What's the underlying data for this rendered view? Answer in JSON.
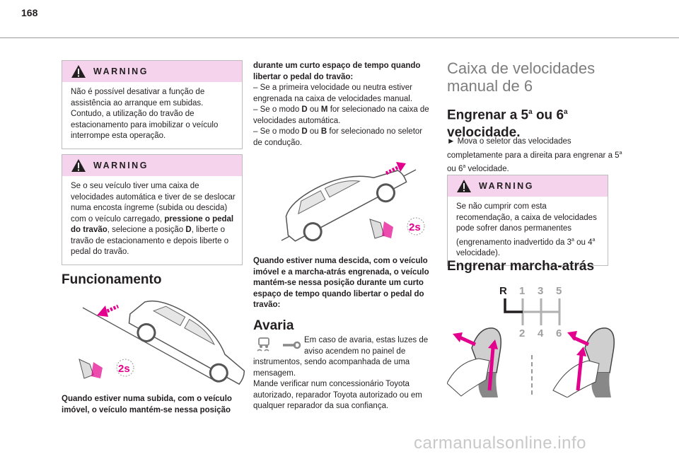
{
  "page_number": "168",
  "footer_watermark": "carmanualsonline.info",
  "col1": {
    "warning1": {
      "title": "WARNING",
      "text": "Não é possível desativar a função de assistência ao arranque em subidas. Contudo, a utilização do travão de estacionamento para imobilizar o veículo interrompe esta operação."
    },
    "warning2": {
      "title": "WARNING",
      "text_a": "Se o seu veículo tiver uma caixa de velocidades automática e tiver de se deslocar numa encosta íngreme (subida ou descida) com o veículo carregado, ",
      "text_b": "pressione o pedal do travão",
      "text_c": ", selecione a posição ",
      "text_d": "D",
      "text_e": ", liberte o travão de estacionamento e depois liberte o pedal do travão."
    },
    "heading": "Funcionamento",
    "figure_label": "2s",
    "caption": "Quando estiver numa subida, com o veículo imóvel, o veículo mantém-se nessa posição"
  },
  "col2": {
    "cont_bold": "durante um curto espaço de tempo quando libertar o pedal do travão:",
    "items": [
      {
        "a": "– Se a primeira velocidade ou neutra estiver engrenada na caixa de velocidades manual."
      },
      {
        "a": "– Se o modo ",
        "b1": "D",
        "m": " ou ",
        "b2": "M",
        "c": " for selecionado na caixa de velocidades automática."
      },
      {
        "a": "– Se o modo ",
        "b1": "D",
        "m": " ou ",
        "b2": "B",
        "c": " for selecionado no seletor de condução."
      }
    ],
    "figure_label": "2s",
    "caption": "Quando estiver numa descida, com o veículo imóvel e a marcha-atrás engrenada, o veículo mantém-se nessa posição durante um curto espaço de tempo quando libertar o pedal do travão:",
    "avaria_heading": "Avaria",
    "avaria_text1": "Em caso de avaria, estas luzes de aviso acendem no painel de instrumentos, sendo acompanhada de uma mensagem.",
    "avaria_text2": "Mande verificar num concessionário Toyota autorizado, reparador Toyota autorizado ou em qualquer reparador da sua confiança."
  },
  "col3": {
    "title": "Caixa de velocidades manual de 6",
    "sub1_a": "Engrenar a 5",
    "sub1_sup1": "a",
    "sub1_b": " ou 6",
    "sub1_sup2": "a",
    "sub1_c": "velocidade.",
    "para_a": "► Mova o seletor das velocidades completamente para a direita para engrenar a 5",
    "para_sup1": "a",
    "para_b": " ou 6",
    "para_sup2": "a",
    "para_c": " velocidade.",
    "warning": {
      "title": "WARNING",
      "text_a": "Se não cumprir com esta recomendação, a caixa de velocidades pode sofrer danos permanentes (engrenamento inadvertido da 3",
      "sup1": "a",
      "text_b": " ou 4",
      "sup2": "a",
      "text_c": " velocidade)."
    },
    "sub2": "Engrenar marcha-atrás",
    "gear_labels": {
      "r": "R",
      "g1": "1",
      "g3": "3",
      "g5": "5",
      "g2": "2",
      "g4": "4",
      "g6": "6"
    }
  },
  "colors": {
    "warning_bg": "#f5d3ec",
    "accent_magenta": "#e3008c",
    "grey_title": "#7d7d7d"
  }
}
